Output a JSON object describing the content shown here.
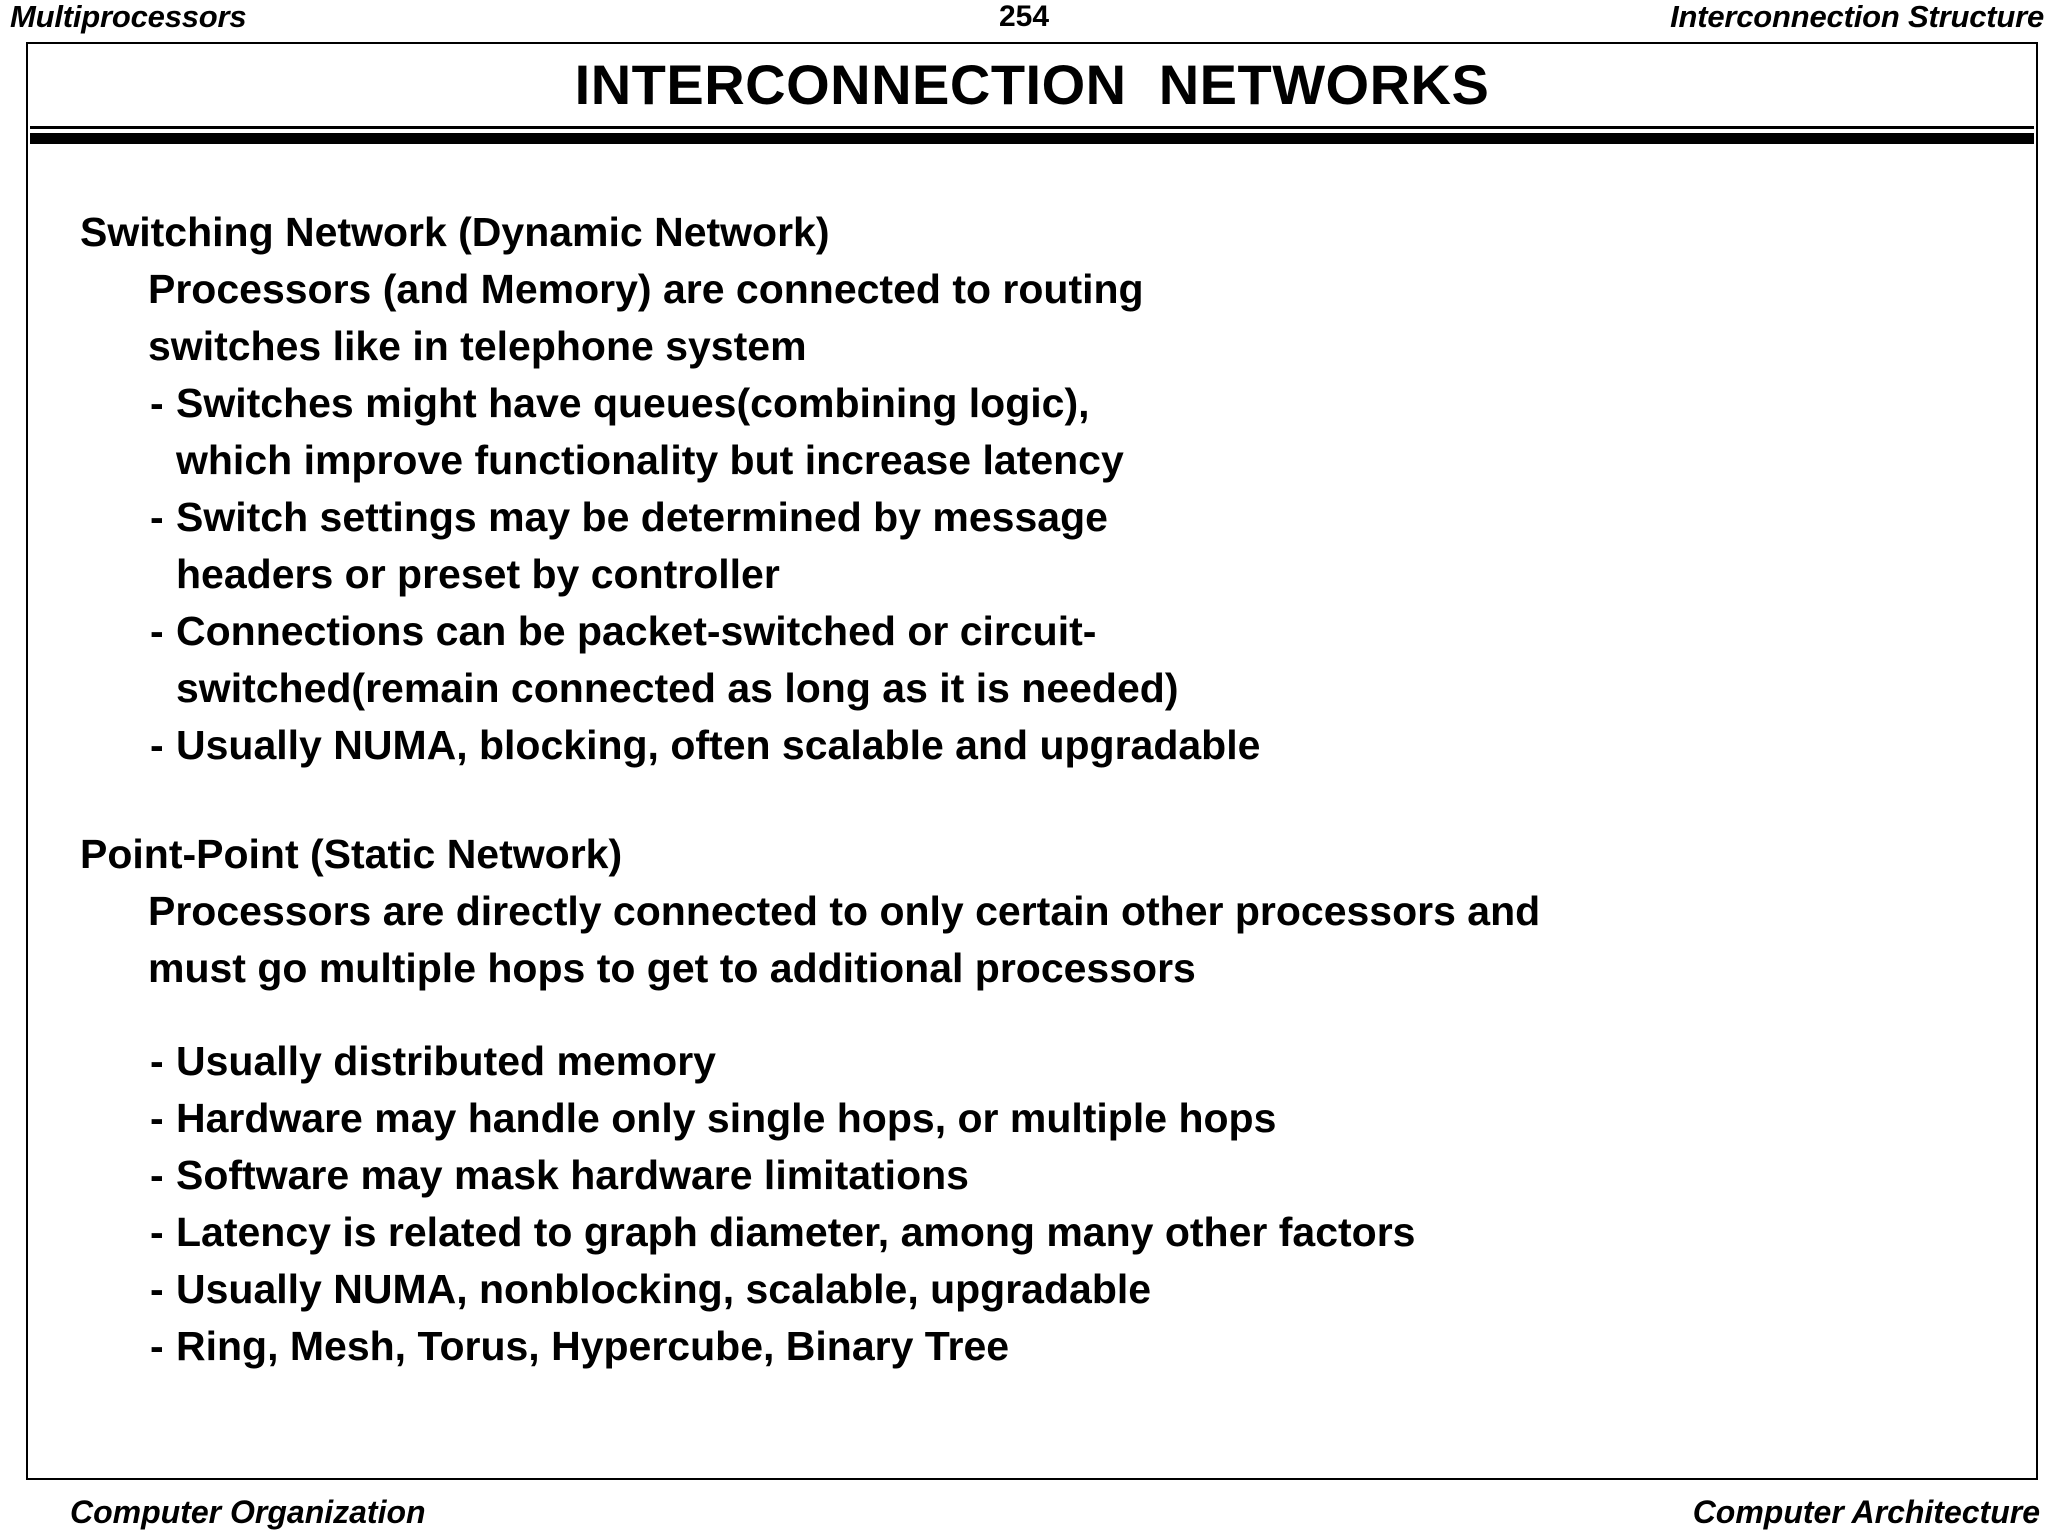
{
  "header": {
    "left": "Multiprocessors",
    "page_number": "254",
    "right": "Interconnection Structure"
  },
  "title": "INTERCONNECTION  NETWORKS",
  "sections": [
    {
      "heading": "Switching Network (Dynamic Network)",
      "paragraph_lines": [
        "Processors (and Memory) are connected to routing",
        "switches like in telephone system"
      ],
      "bullets": [
        {
          "marker": "-",
          "lines": [
            "Switches might have queues(combining logic),",
            "which improve functionality but increase latency"
          ]
        },
        {
          "marker": "-",
          "lines": [
            "Switch settings may be determined by message",
            "headers or preset by controller"
          ]
        },
        {
          "marker": "-",
          "lines": [
            "Connections can be packet-switched or circuit-",
            "switched(remain connected as long as it is needed)"
          ]
        },
        {
          "marker": "-",
          "lines": [
            "Usually NUMA, blocking, often scalable and upgradable"
          ]
        }
      ]
    },
    {
      "heading": "Point-Point (Static Network)",
      "paragraph_lines": [
        "Processors are directly connected to only certain other processors and",
        "must go multiple hops to get to additional processors"
      ],
      "bullets": [
        {
          "marker": "-",
          "lines": [
            "Usually distributed memory"
          ]
        },
        {
          "marker": "-",
          "lines": [
            "Hardware may handle only single hops, or multiple hops"
          ]
        },
        {
          "marker": "-",
          "lines": [
            "Software may mask hardware limitations"
          ]
        },
        {
          "marker": "-",
          "lines": [
            "Latency is related to graph diameter, among many other factors"
          ]
        },
        {
          "marker": "-",
          "lines": [
            "Usually NUMA, nonblocking, scalable, upgradable"
          ]
        },
        {
          "marker": "-",
          "lines": [
            "Ring, Mesh, Torus, Hypercube, Binary Tree"
          ]
        }
      ]
    }
  ],
  "footer": {
    "left": "Computer Organization",
    "right": "Computer Architecture"
  },
  "colors": {
    "ink": "#000000",
    "paper": "#ffffff"
  }
}
